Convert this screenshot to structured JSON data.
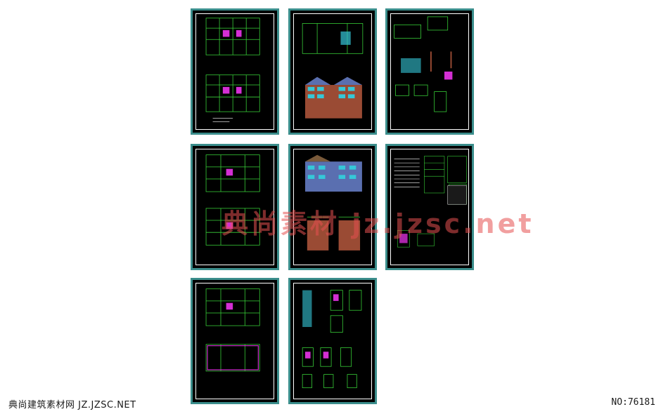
{
  "footer": {
    "site_name": "典尚建筑素材网 JZ.JZSC.NET",
    "number": "NO:76181"
  },
  "watermark": "典尚素材 jz.jzsc.net",
  "colors": {
    "sheet_border": "#3b8e8c",
    "sheet_bg": "#000000",
    "drawing_green": "#39d439",
    "drawing_magenta": "#d42fd4",
    "drawing_cyan": "#35c8d8",
    "drawing_brick": "#9a4b34"
  }
}
